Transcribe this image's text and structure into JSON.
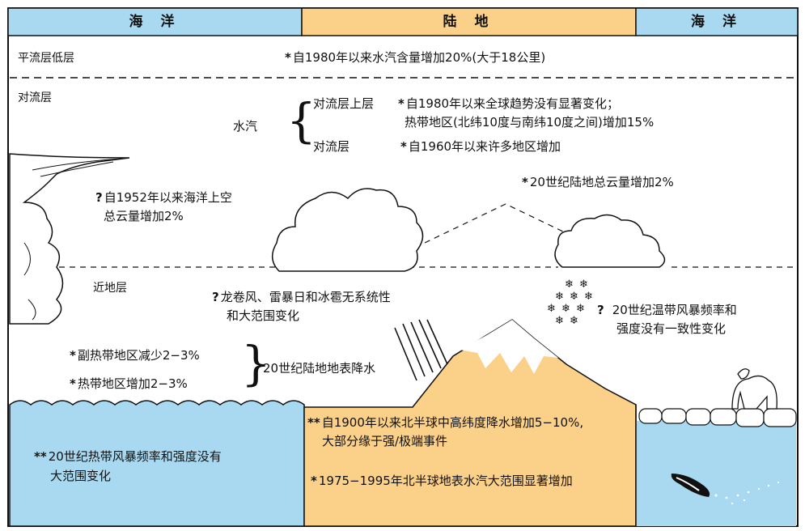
{
  "header": {
    "left_ocean": "海 洋",
    "land": "陆 地",
    "right_ocean": "海 洋"
  },
  "layers": {
    "stratosphere": "平流层低层",
    "troposphere": "对流层",
    "surface": "近地层"
  },
  "water_vapor": {
    "label": "水汽",
    "upper": "对流层上层",
    "lower": "对流层"
  },
  "facts": {
    "strat_vapor": {
      "mark": "*",
      "text": "自1980年以来水汽含量增加20%(大于18公里)"
    },
    "upper_vapor_1": {
      "mark": "*",
      "text": "自1980年以来全球趋势没有显著变化；"
    },
    "upper_vapor_2": {
      "mark": "",
      "text": "热带地区(北纬10度与南纬10度之间)增加15%"
    },
    "lower_vapor": {
      "mark": "*",
      "text": "自1960年以来许多地区增加"
    },
    "ocean_cloud_1": {
      "mark": "?",
      "text": "自1952年以来海洋上空"
    },
    "ocean_cloud_2": {
      "mark": "",
      "text": "总云量增加2%"
    },
    "land_cloud": {
      "mark": "*",
      "text": "20世纪陆地总云量增加2%"
    },
    "tornado_1": {
      "mark": "?",
      "text": "龙卷风、雷暴日和冰雹无系统性"
    },
    "tornado_2": {
      "mark": "",
      "text": "和大范围变化"
    },
    "extratrop_1": {
      "mark": "?",
      "text": "20世纪温带风暴频率和"
    },
    "extratrop_2": {
      "mark": "",
      "text": "强度没有一致性变化"
    },
    "subtropics": {
      "mark": "*",
      "text": "副热带地区减少2−3%"
    },
    "tropics": {
      "mark": "*",
      "text": "热带地区增加2−3%"
    },
    "precip_label": "20世纪陆地地表降水",
    "nh_precip_1": {
      "mark": "**",
      "text": "自1900年以来北半球中高纬度降水增加5−10%,"
    },
    "nh_precip_2": {
      "mark": "",
      "text": "大部分缘于强/极端事件"
    },
    "surface_vapor": {
      "mark": "*",
      "text": "1975−1995年北半球地表水汽大范围显著增加"
    },
    "trop_storm_1": {
      "mark": "**",
      "text": "20世纪热带风暴频率和强度没有"
    },
    "trop_storm_2": {
      "mark": "",
      "text": "大范围变化"
    }
  },
  "colors": {
    "ocean": "#a9d9f0",
    "land": "#fbd088",
    "snow": "#ffffff",
    "line": "#111111"
  }
}
